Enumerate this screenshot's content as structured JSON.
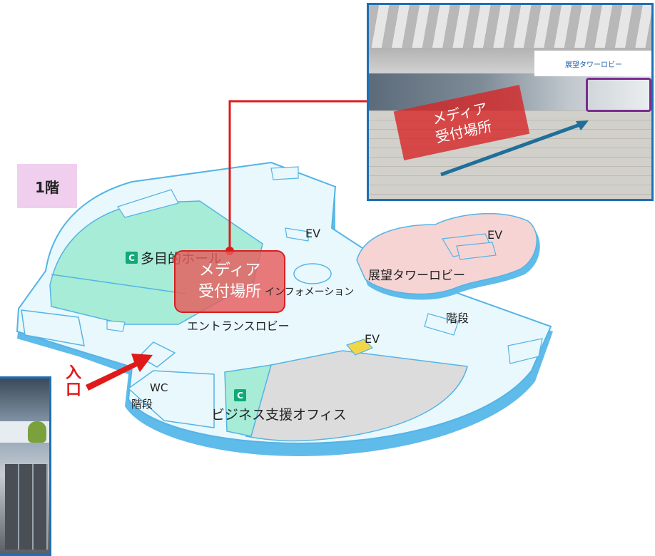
{
  "floor": {
    "label": "1階"
  },
  "areas": {
    "hall": "多目的ホール",
    "hall_badge": "C",
    "media_reception_line1": "メディア",
    "media_reception_line2": "受付場所",
    "information": "インフォメーション",
    "entrance_lobby": "エントランスロビー",
    "tower_lobby": "展望タワーロビー",
    "ev_tower": "EV",
    "ev_top": "EV",
    "ev_center": "EV",
    "stairs_right": "階段",
    "stairs_left": "階段",
    "wc": "WC",
    "business_office": "ビジネス支援オフィス",
    "office_badge": "C",
    "entrance_line1": "入",
    "entrance_line2": "口"
  },
  "photo": {
    "sign_text": "展望タワーロビー",
    "tag_line1": "メディア",
    "tag_line2": "受付場所"
  },
  "colors": {
    "floor_fill": "#e9f8fc",
    "outline": "#54b4e6",
    "hall_fill": "#a6ecd6",
    "office_fill": "#dcdcdc",
    "tower_fill": "#f6d4d4",
    "accent_red": "#e01a1a",
    "photo_border": "#1e6fb5",
    "badge": "#f0cfee"
  }
}
